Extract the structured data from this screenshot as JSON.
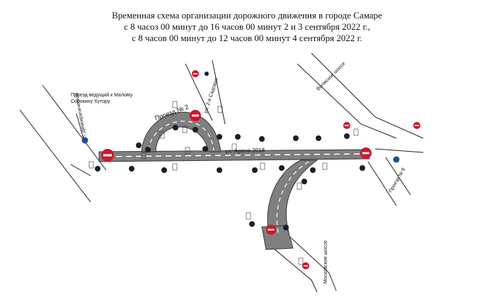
{
  "title": {
    "line1": "Временная схема организации дорожного движения в городе Самаре",
    "line2": "с 8 часоз 00 минут до 16 часов 00 минут 2 и 3 сентября 2022 г.,",
    "line3": "с 8 часов 00 минут до 12 часов 00 минут 4 сентября 2022 г."
  },
  "streets": {
    "arena": "ул. Арена 2018",
    "proezd2": "Проезд № 2",
    "sadovaya": "ул. 2-я Садовая",
    "demokraticheskaya": "ул. Демократическая",
    "volzhskoe": "Волжское шоссе",
    "proezd8": "Проезд № 8",
    "moskovskoe": "Московское шоссе"
  },
  "note": "Проезд ведущий к Малому Сорокину Хутору",
  "colors": {
    "road": "#7f7f7f",
    "road_edge": "#3a3a3a",
    "no_entry": "#d0152b",
    "no_stop": "#1c1c2e",
    "info": "#1f4f9a"
  }
}
